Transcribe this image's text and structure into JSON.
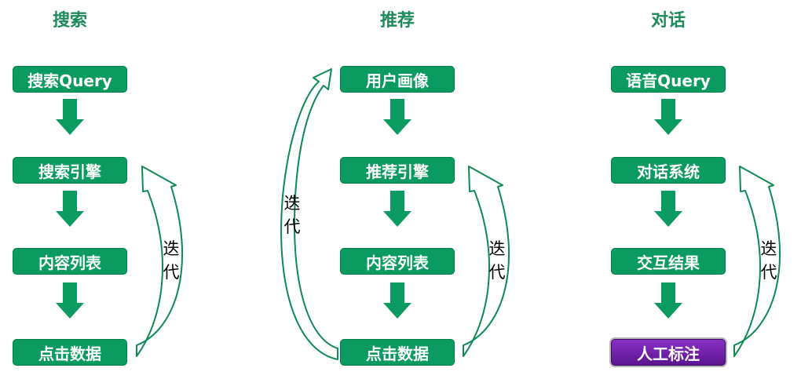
{
  "columns": [
    {
      "title": "搜索",
      "nodes": [
        "搜索Query",
        "搜索引擎",
        "内容列表",
        "点击数据"
      ],
      "loop_label": "迭代"
    },
    {
      "title": "推荐",
      "nodes": [
        "用户画像",
        "推荐引擎",
        "内容列表",
        "点击数据"
      ],
      "loop_label": "迭代",
      "outer_loop_label": "迭代"
    },
    {
      "title": "对话",
      "nodes": [
        "语音Query",
        "对话系统",
        "交互结果",
        "人工标注"
      ],
      "loop_label": "迭代"
    }
  ],
  "colors": {
    "node_fill": "#0b9a5f",
    "title_text": "#1e8a5c",
    "highlight_node_fill": "#6a1fa6",
    "loop_arrow_fill": "#ffffff",
    "loop_arrow_stroke": "#0e8a55"
  }
}
